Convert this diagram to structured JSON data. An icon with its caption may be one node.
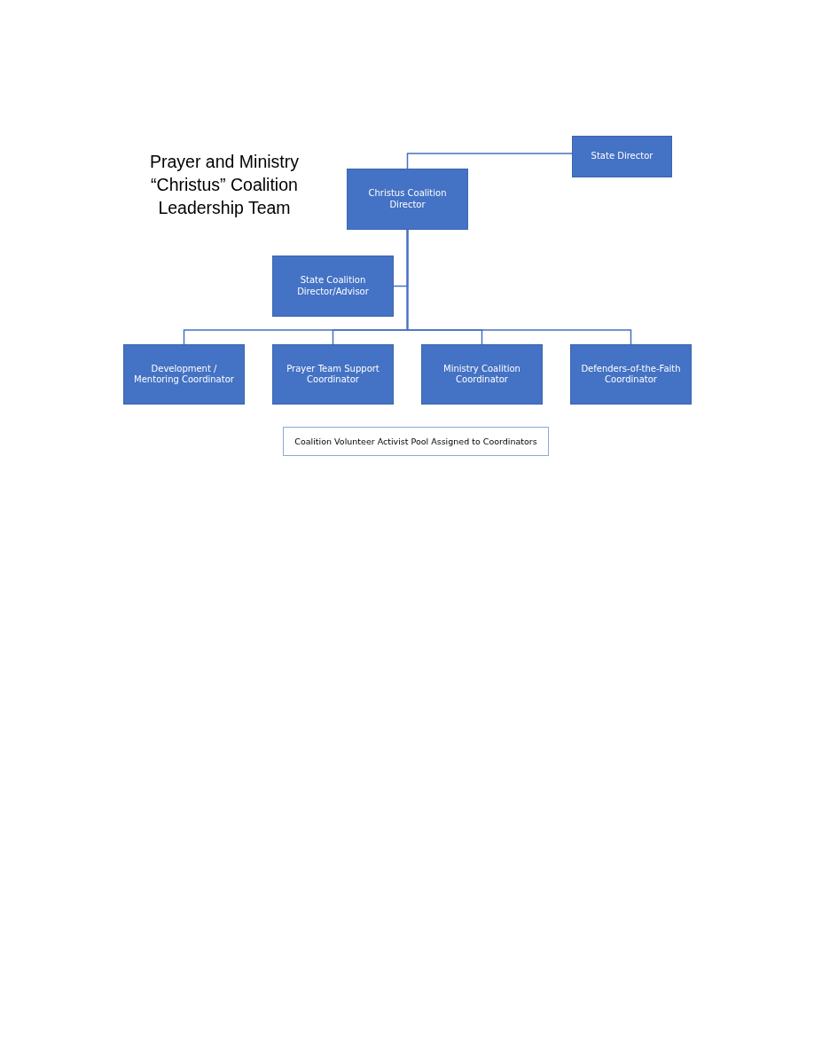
{
  "diagram": {
    "title": "Prayer and Ministry “Christus” Coalition Leadership Team",
    "nodes": [
      {
        "text": [
          "State Director"
        ]
      },
      {
        "text": [
          "Christus Coalition Director"
        ]
      },
      {
        "text": [
          "State Coalition Director/Advisor"
        ]
      },
      {
        "text": [
          "Development / Mentoring Coordinator"
        ]
      },
      {
        "text": [
          "Prayer Team Support Coordinator"
        ]
      },
      {
        "text": [
          "Ministry Coalition Coordinator"
        ]
      },
      {
        "text": [
          "Defenders-of-the-Faith Coordinator"
        ]
      },
      {
        "text": [
          "Coalition Volunteer Activist Pool Assigned to Coordinators"
        ]
      }
    ],
    "edges": [
      {
        "from": 0,
        "to": 1,
        "arrow": "none"
      },
      {
        "from": 1,
        "to": 2,
        "arrow": "none"
      },
      {
        "from": 1,
        "to": 3,
        "arrow": "none"
      },
      {
        "from": 1,
        "to": 4,
        "arrow": "none"
      },
      {
        "from": 1,
        "to": 5,
        "arrow": "none"
      },
      {
        "from": 1,
        "to": 6,
        "arrow": "none"
      }
    ]
  }
}
